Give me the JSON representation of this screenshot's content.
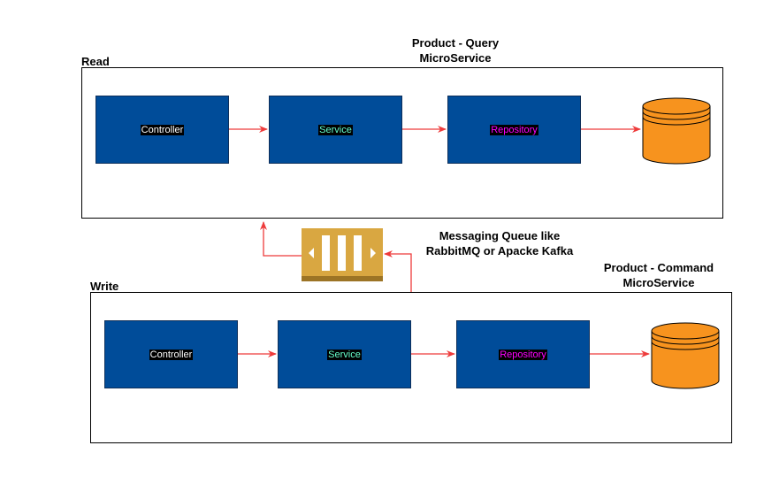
{
  "query_service": {
    "title": "Product - Query\nMicroService",
    "container_label": "Read",
    "controller": "Controller",
    "service": "Service",
    "repository": "Repository"
  },
  "command_service": {
    "title": "Product - Command\nMicroService",
    "container_label": "Write",
    "controller": "Controller",
    "service": "Service",
    "repository": "Repository"
  },
  "messaging_queue": {
    "label": "Messaging Queue like\nRabbitMQ or Apacke Kafka"
  },
  "colors": {
    "component_fill": "#004c99",
    "controller_text": "#ffffff",
    "service_text": "#66ffcc",
    "repository_text": "#ff00ff",
    "database_fill": "#f7931e",
    "queue_fill": "#d9a741",
    "arrow": "#ee3b3b"
  }
}
